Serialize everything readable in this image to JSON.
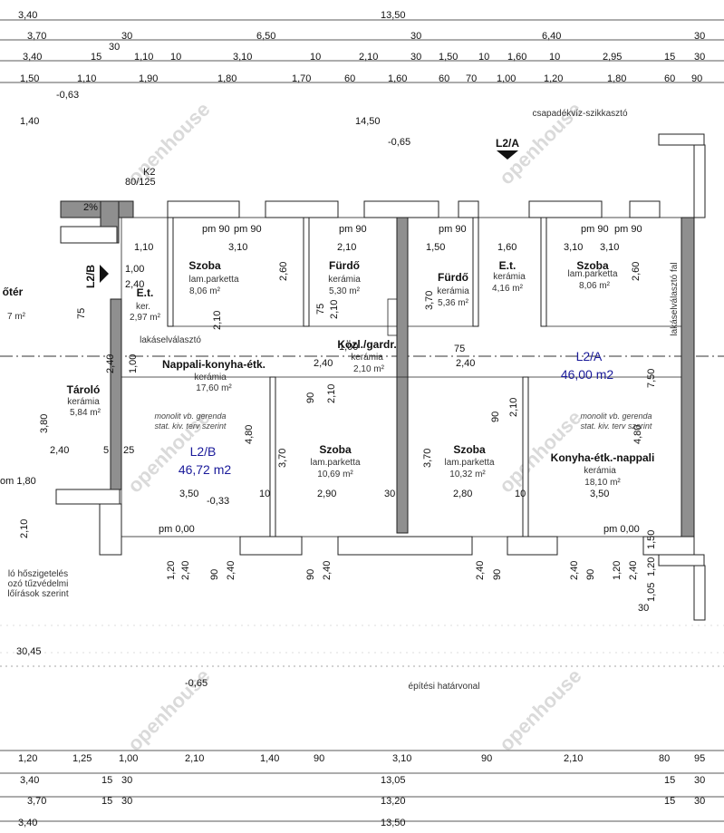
{
  "dims": {
    "top_rows": [
      [
        "3,40",
        "13,50"
      ],
      [
        "3,70",
        "30",
        "6,50",
        "30",
        "6,40",
        "30"
      ],
      [
        "3,40",
        "15",
        "1,10",
        "10",
        "3,10",
        "10",
        "2,10",
        "30",
        "1,50",
        "10",
        "1,60",
        "10",
        "2,95",
        "15",
        "30"
      ],
      [
        "1,50",
        "1,10",
        "1,90",
        "1,80",
        "1,70",
        "60",
        "1,60",
        "60",
        "70",
        "1,00",
        "1,20",
        "1,80",
        "60",
        "90"
      ]
    ],
    "bottom_rows": [
      [
        "1,20",
        "1,25",
        "1,00",
        "2,10",
        "1,40",
        "90",
        "3,10",
        "90",
        "2,10",
        "80",
        "95"
      ],
      [
        "3,40",
        "15",
        "30",
        "13,05",
        "15",
        "30"
      ],
      [
        "3,70",
        "15",
        "30",
        "13,20",
        "15",
        "30"
      ],
      [
        "3,40",
        "13,50"
      ]
    ],
    "extra": [
      "-0,63",
      "1,40",
      "14,50",
      "-0,65",
      "K2",
      "80/125",
      "2%",
      "-0,33",
      "30,45",
      "-0,65",
      "30"
    ],
    "left_top": [
      "30"
    ]
  },
  "labels": {
    "slope_separator": "csapadékvíz-szikkasztó",
    "building_line": "építési határvonal",
    "apartment_separator": "lakáselválasztó",
    "apartment_separator_wall": "lakáselválasztó fal",
    "beam_note_1": "monolit vb. gerenda",
    "beam_note_2": "stat. kiv. terv szerint",
    "insulation_1": "ló hőszigetelés",
    "insulation_2": "ozó tűzvédelmi",
    "insulation_3": "lőírások szerint",
    "forter": "őtér",
    "forter_area": "7 m²",
    "pm_000": "pm 0,00",
    "pm_90": "pm 90",
    "om_180": "om 1,80"
  },
  "sections": {
    "l2a": "L2/A",
    "l2b": "L2/B"
  },
  "rooms": [
    {
      "name": "Szoba",
      "finish": "lam.parketta",
      "area": "8,06 m²"
    },
    {
      "name": "Fürdő",
      "finish": "kerámia",
      "area": "5,30 m²"
    },
    {
      "name": "Fürdő",
      "finish": "kerámia",
      "area": "5,36 m²"
    },
    {
      "name": "E.t.",
      "finish": "kerámia",
      "area": "4,16 m²"
    },
    {
      "name": "Szoba",
      "finish": "lam.parketta",
      "area": "8,06 m²"
    },
    {
      "name": "E.t.",
      "finish": "ker.",
      "area": "2,97 m²"
    },
    {
      "name": "Közl./gardr.",
      "finish": "kerámia",
      "area": "2,10 m²"
    },
    {
      "name": "Nappali-konyha-étk.",
      "finish": "kerámia",
      "area": "17,60 m²"
    },
    {
      "name": "Tároló",
      "finish": "kerámia",
      "area": "5,84 m²"
    },
    {
      "name": "Szoba",
      "finish": "lam.parketta",
      "area": "10,69 m²"
    },
    {
      "name": "Szoba",
      "finish": "lam.parketta",
      "area": "10,32 m²"
    },
    {
      "name": "Konyha-étk.-nappali",
      "finish": "kerámia",
      "area": "18,10 m²"
    }
  ],
  "units": {
    "l2a_label": "L2/A",
    "l2a_area": "46,00 m2",
    "l2b_label": "L2/B",
    "l2b_area": "46,72 m2"
  },
  "inner_dims": [
    "1,00",
    "2,40",
    "3,10",
    "3,10",
    "2,10",
    "1,50",
    "1,60",
    "3,10",
    "2,40",
    "1,00",
    "2,40",
    "75",
    "1,10",
    "2,10",
    "2,60",
    "2,60",
    "75",
    "3,70",
    "90",
    "2,10",
    "1,00",
    "2,40",
    "2,10",
    "75",
    "2,10",
    "90",
    "7,50",
    "3,80",
    "2,40",
    "5",
    "25",
    "4,80",
    "3,70",
    "3,70",
    "4,80",
    "3,50",
    "10",
    "2,90",
    "30",
    "2,80",
    "10",
    "3,50",
    "1,20",
    "2,40",
    "90",
    "2,40",
    "90",
    "2,40",
    "2,40",
    "90",
    "2,40",
    "90",
    "1,20",
    "2,40",
    "1,50",
    "1,20",
    "1,05",
    "2,10"
  ],
  "colors": {
    "wall": "#8f8f8f",
    "ink": "#111111",
    "accent": "#1a1a9a"
  },
  "watermark": "openhouse"
}
